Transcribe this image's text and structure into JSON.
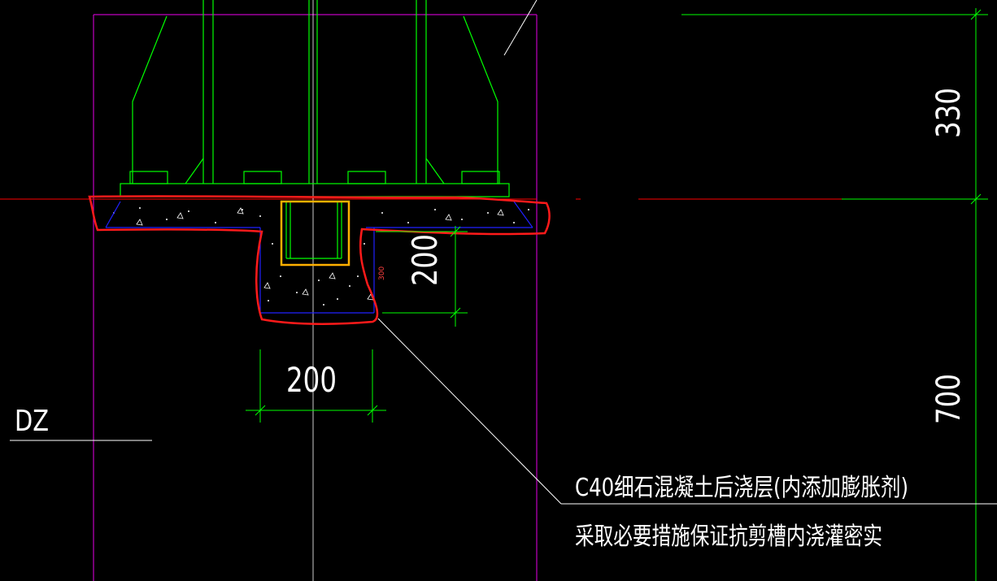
{
  "drawing": {
    "column_mark": "DZ",
    "dimensions": {
      "top_height": "330",
      "lower_height": "700",
      "groove_depth": "200",
      "groove_width": "200",
      "small_note": "300"
    },
    "note": {
      "line1": "C40细石混凝土后浇层(内添加膨胀剂)",
      "line2": "采取必要措施保证抗剪槽内浇灌密实"
    }
  },
  "colors": {
    "background": "#000000",
    "outline": "#c000c0",
    "steel": "#00ff00",
    "axis": "#ff0000",
    "markup": "#ff1a1a",
    "shear_key": "#ffb000",
    "grout_edge": "#2020ff",
    "text": "#ffffff"
  }
}
